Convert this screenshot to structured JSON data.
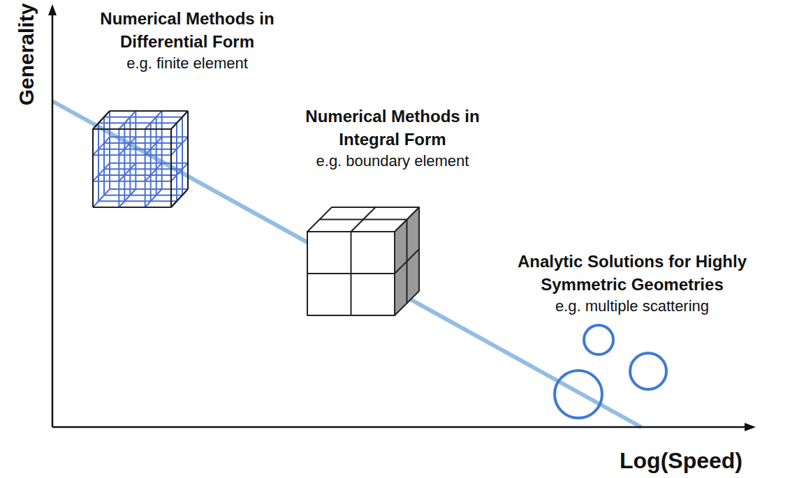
{
  "diagram": {
    "nodes": [
      {
        "text": [
          "Numerical Methods in Differential Form",
          "e.g. finite element"
        ]
      },
      {
        "text": [
          "Numerical Methods in Integral Form",
          "e.g. boundary element"
        ]
      },
      {
        "text": [
          "Analytic Solutions for Highly Symmetric Geometries",
          "e.g. multiple scattering"
        ]
      }
    ],
    "labels": [
      "Generality",
      "Log(Speed)"
    ]
  }
}
